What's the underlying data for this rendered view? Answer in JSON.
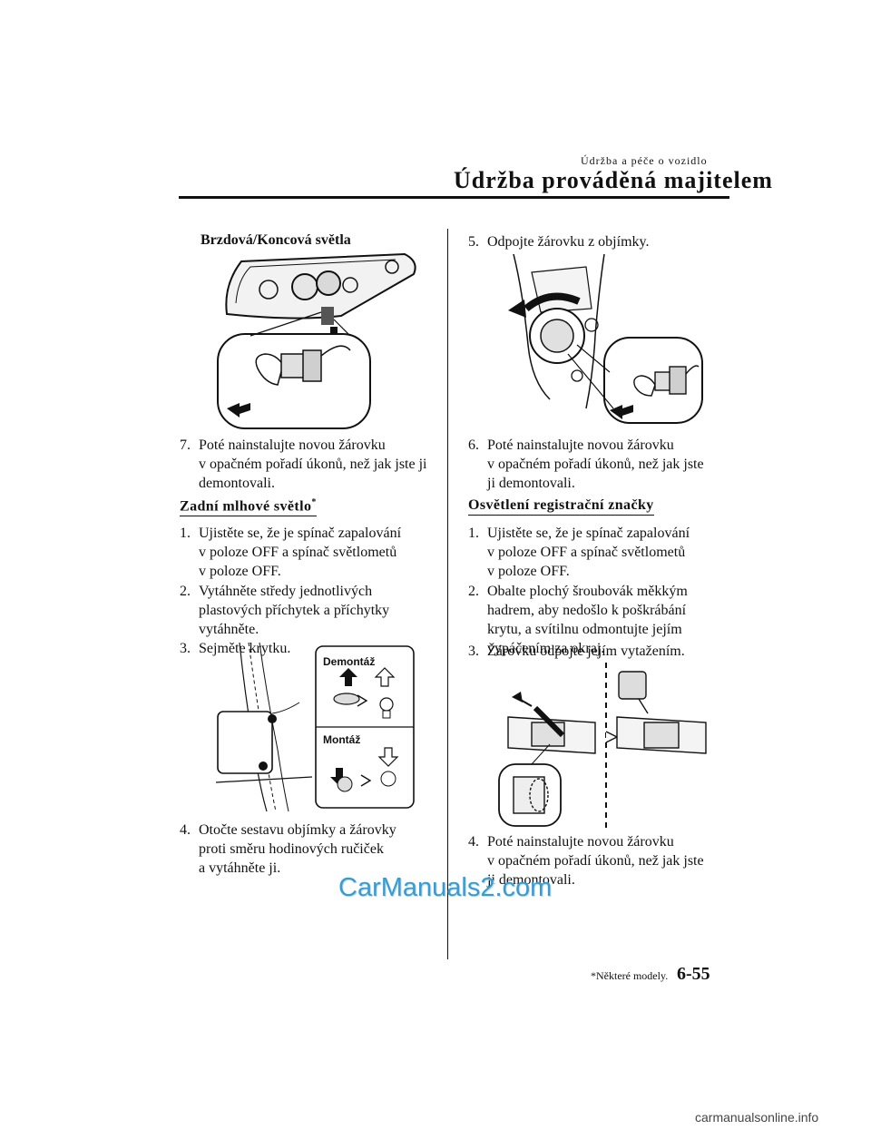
{
  "header": {
    "chapter": "Údržba a péče o vozidlo",
    "section": "Údržba prováděná majitelem"
  },
  "left": {
    "figure1_caption": "Brzdová/Koncová světla",
    "step7": {
      "num": "7.",
      "lines": [
        "Poté nainstalujte novou žárovku",
        "v opačném pořadí úkonů, než jak jste ji",
        "demontovali."
      ]
    },
    "fog_heading": "Zadní mlhové světlo",
    "fog_mark": "*",
    "step1": {
      "num": "1.",
      "lines": [
        "Ujistěte se, že je spínač zapalování",
        "v poloze OFF a spínač světlometů",
        "v poloze OFF."
      ]
    },
    "step2": {
      "num": "2.",
      "lines": [
        "Vytáhněte středy jednotlivých",
        "plastových příchytek a příchytky",
        "vytáhněte."
      ]
    },
    "step3": {
      "num": "3.",
      "lines": [
        "Sejměte krytku."
      ]
    },
    "figure2": {
      "label_remove": "Demontáž",
      "label_install": "Montáž"
    },
    "step4": {
      "num": "4.",
      "lines": [
        "Otočte sestavu objímky a žárovky",
        "proti směru hodinových ručiček",
        "a vytáhněte ji."
      ]
    }
  },
  "right": {
    "step5": {
      "num": "5.",
      "lines": [
        "Odpojte žárovku z objímky."
      ]
    },
    "step6": {
      "num": "6.",
      "lines": [
        "Poté nainstalujte novou žárovku",
        "v opačném pořadí úkonů, než jak jste",
        "ji demontovali."
      ]
    },
    "plate_heading": "Osvětlení registrační značky",
    "step1": {
      "num": "1.",
      "lines": [
        "Ujistěte se, že je spínač zapalování",
        "v poloze OFF a spínač světlometů",
        "v poloze OFF."
      ]
    },
    "step2": {
      "num": "2.",
      "lines": [
        "Obalte plochý šroubovák měkkým",
        "hadrem, aby nedošlo k poškrábání",
        "krytu, a svítilnu odmontujte jejím",
        "vypáčením za okraj."
      ]
    },
    "step3": {
      "num": "3.",
      "lines": [
        "Žárovku odpojte jejím vytažením."
      ]
    },
    "step4": {
      "num": "4.",
      "lines": [
        "Poté nainstalujte novou žárovku",
        "v opačném pořadí úkonů, než jak jste",
        "ji demontovali."
      ]
    }
  },
  "footer": {
    "note": "*Některé modely.",
    "page": "6-55",
    "watermark": "CarManuals2.com",
    "site": "carmanualsonline.info"
  }
}
